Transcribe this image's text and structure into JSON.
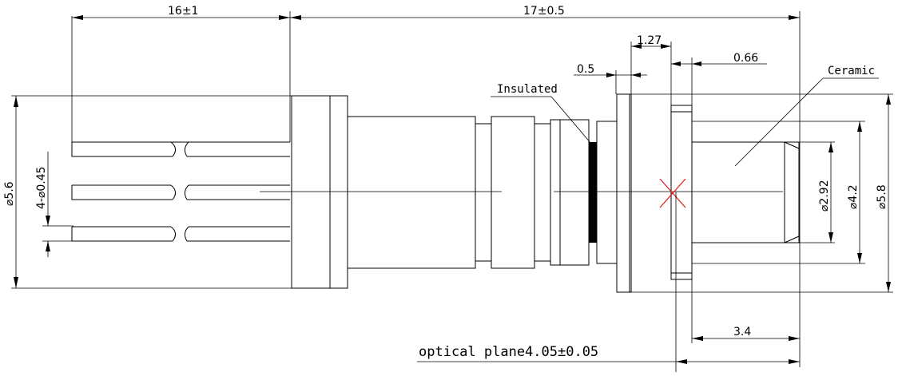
{
  "dimensions": {
    "top_left": "16±1",
    "top_right": "17±0.5",
    "d127": "1.27",
    "d05": "0.5",
    "d066": "0.66",
    "d34": "3.4",
    "left_dia": "⌀5.6",
    "pin_dia": "4-⌀0.45",
    "dia292": "⌀2.92",
    "dia42": "⌀4.2",
    "dia58": "⌀5.8"
  },
  "labels": {
    "insulated": "Insulated",
    "ceramic": "Ceramic",
    "optical_plane": "optical plane4.05±0.05"
  },
  "colors": {
    "line": "#000000",
    "marker": "#e31a1a",
    "insulator": "#000000"
  }
}
